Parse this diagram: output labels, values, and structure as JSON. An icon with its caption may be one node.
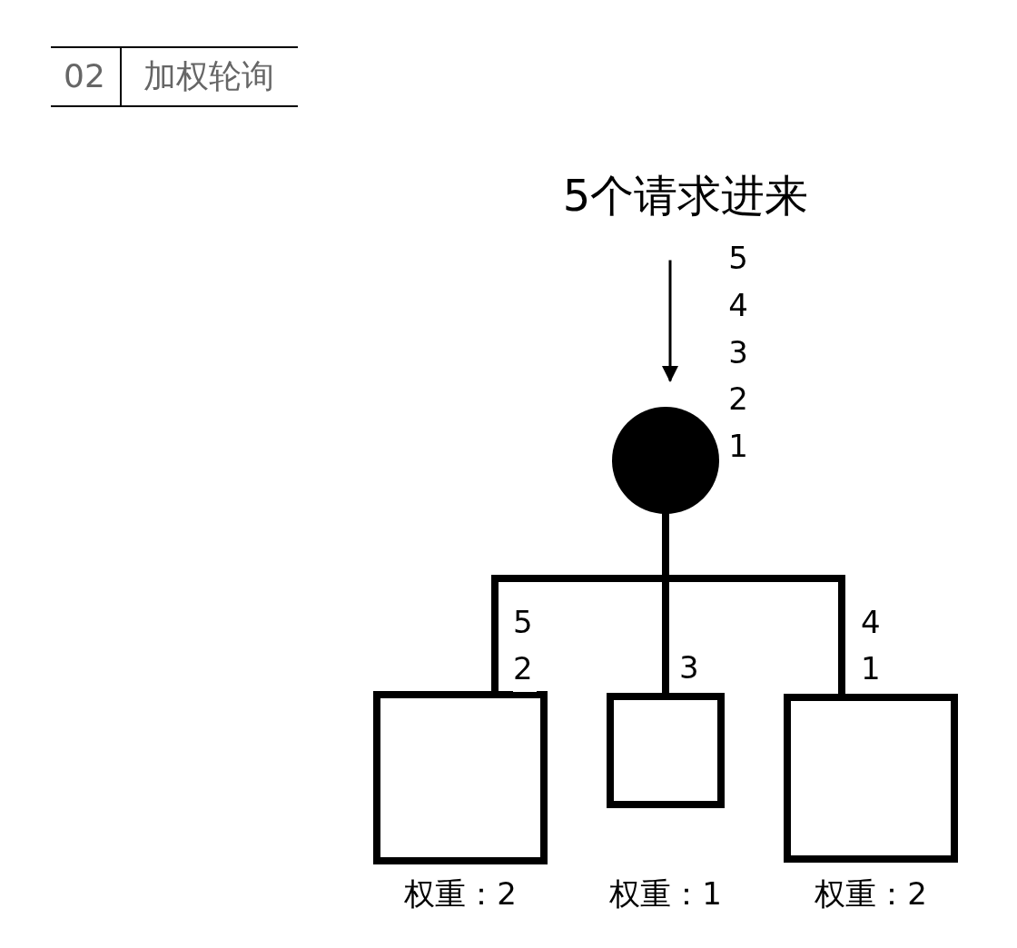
{
  "diagram": {
    "nodes": [
      {
        "text": [
          "5个请求进来"
        ]
      },
      {
        "text": [],
        "shape": "circle"
      },
      {
        "text": [],
        "shape": "box",
        "beside": [
          "权重：2"
        ]
      },
      {
        "text": [],
        "shape": "box",
        "beside": [
          "权重：1"
        ]
      },
      {
        "text": [],
        "shape": "box",
        "beside": [
          "权重：2"
        ]
      }
    ],
    "edges": [
      {
        "from": 0,
        "to": 1,
        "arrow": "to"
      },
      {
        "from": 1,
        "to": 2,
        "arrow": "none",
        "label": "5 2"
      },
      {
        "from": 1,
        "to": 3,
        "arrow": "none",
        "label": "3"
      },
      {
        "from": 1,
        "to": 4,
        "arrow": "none",
        "label": "4 1"
      }
    ],
    "labels": [
      "02",
      "加权轮询",
      "5",
      "4",
      "3",
      "2",
      "1"
    ]
  }
}
